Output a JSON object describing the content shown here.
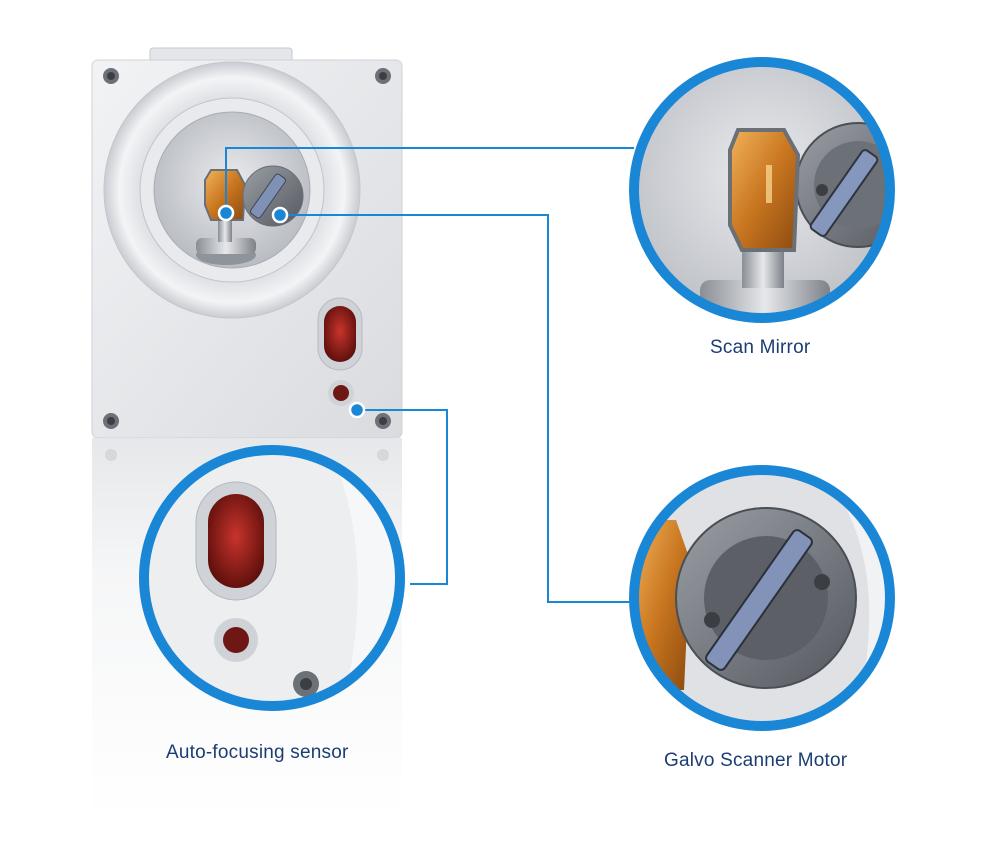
{
  "colors": {
    "accent": "#1a86d6",
    "label_text": "#1c3d73",
    "housing": "#e9eaed",
    "mirror_orange": "#d98a2e",
    "sensor_red": "#8c1e1a"
  },
  "callouts": {
    "scan_mirror": {
      "label": "Scan Mirror"
    },
    "galvo_motor": {
      "label": "Galvo Scanner Motor"
    },
    "auto_focus_sensor": {
      "label": "Auto-focusing sensor"
    }
  }
}
